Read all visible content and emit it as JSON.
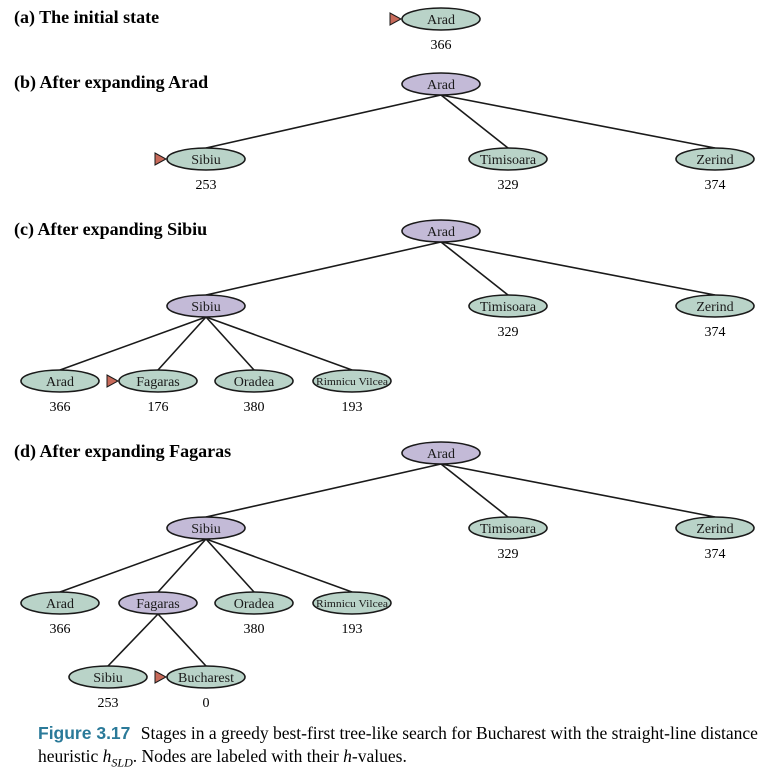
{
  "colors": {
    "frontier_fill": "#b9d3c8",
    "expanded_fill": "#c3bad7",
    "marker_fill": "#c86a5a",
    "caption_color": "#2b7a99"
  },
  "diagram": {
    "stages": [
      {
        "id": "a",
        "label": "(a) The initial state",
        "nodes": [
          {
            "id": "a-arad",
            "name": "Arad",
            "h": "366",
            "state": "frontier",
            "next": true
          }
        ],
        "edges": []
      },
      {
        "id": "b",
        "label": "(b) After expanding Arad",
        "nodes": [
          {
            "id": "b-arad",
            "name": "Arad",
            "h": "",
            "state": "expanded"
          },
          {
            "id": "b-sibiu",
            "name": "Sibiu",
            "h": "253",
            "state": "frontier",
            "next": true
          },
          {
            "id": "b-timisoara",
            "name": "Timisoara",
            "h": "329",
            "state": "frontier"
          },
          {
            "id": "b-zerind",
            "name": "Zerind",
            "h": "374",
            "state": "frontier"
          }
        ],
        "edges": [
          [
            "b-arad",
            "b-sibiu"
          ],
          [
            "b-arad",
            "b-timisoara"
          ],
          [
            "b-arad",
            "b-zerind"
          ]
        ]
      },
      {
        "id": "c",
        "label": "(c) After expanding Sibiu",
        "nodes": [
          {
            "id": "c-arad",
            "name": "Arad",
            "h": "",
            "state": "expanded"
          },
          {
            "id": "c-sibiu",
            "name": "Sibiu",
            "h": "",
            "state": "expanded"
          },
          {
            "id": "c-timisoara",
            "name": "Timisoara",
            "h": "329",
            "state": "frontier"
          },
          {
            "id": "c-zerind",
            "name": "Zerind",
            "h": "374",
            "state": "frontier"
          },
          {
            "id": "c-arad2",
            "name": "Arad",
            "h": "366",
            "state": "frontier"
          },
          {
            "id": "c-fagaras",
            "name": "Fagaras",
            "h": "176",
            "state": "frontier",
            "next": true
          },
          {
            "id": "c-oradea",
            "name": "Oradea",
            "h": "380",
            "state": "frontier"
          },
          {
            "id": "c-rimnicu",
            "name": "Rimnicu Vilcea",
            "h": "193",
            "state": "frontier",
            "small": true
          }
        ],
        "edges": [
          [
            "c-arad",
            "c-sibiu"
          ],
          [
            "c-arad",
            "c-timisoara"
          ],
          [
            "c-arad",
            "c-zerind"
          ],
          [
            "c-sibiu",
            "c-arad2"
          ],
          [
            "c-sibiu",
            "c-fagaras"
          ],
          [
            "c-sibiu",
            "c-oradea"
          ],
          [
            "c-sibiu",
            "c-rimnicu"
          ]
        ]
      },
      {
        "id": "d",
        "label": "(d) After expanding Fagaras",
        "nodes": [
          {
            "id": "d-arad",
            "name": "Arad",
            "h": "",
            "state": "expanded"
          },
          {
            "id": "d-sibiu",
            "name": "Sibiu",
            "h": "",
            "state": "expanded"
          },
          {
            "id": "d-timisoara",
            "name": "Timisoara",
            "h": "329",
            "state": "frontier"
          },
          {
            "id": "d-zerind",
            "name": "Zerind",
            "h": "374",
            "state": "frontier"
          },
          {
            "id": "d-arad2",
            "name": "Arad",
            "h": "366",
            "state": "frontier"
          },
          {
            "id": "d-fagaras",
            "name": "Fagaras",
            "h": "",
            "state": "expanded"
          },
          {
            "id": "d-oradea",
            "name": "Oradea",
            "h": "380",
            "state": "frontier"
          },
          {
            "id": "d-rimnicu",
            "name": "Rimnicu Vilcea",
            "h": "193",
            "state": "frontier",
            "small": true
          },
          {
            "id": "d-sibiu2",
            "name": "Sibiu",
            "h": "253",
            "state": "frontier"
          },
          {
            "id": "d-bucharest",
            "name": "Bucharest",
            "h": "0",
            "state": "frontier",
            "next": true
          }
        ],
        "edges": [
          [
            "d-arad",
            "d-sibiu"
          ],
          [
            "d-arad",
            "d-timisoara"
          ],
          [
            "d-arad",
            "d-zerind"
          ],
          [
            "d-sibiu",
            "d-arad2"
          ],
          [
            "d-sibiu",
            "d-fagaras"
          ],
          [
            "d-sibiu",
            "d-oradea"
          ],
          [
            "d-sibiu",
            "d-rimnicu"
          ],
          [
            "d-fagaras",
            "d-sibiu2"
          ],
          [
            "d-fagaras",
            "d-bucharest"
          ]
        ]
      }
    ]
  },
  "caption": {
    "figure": "Figure 3.17",
    "text_before": "Stages in a greedy best-first tree-like search for Bucharest with the straight-line distance heuristic",
    "math_h": "h",
    "math_sub": "SLD",
    "text_middle": ". Nodes are labeled with their",
    "math_h2": "h",
    "text_after": "-values."
  }
}
